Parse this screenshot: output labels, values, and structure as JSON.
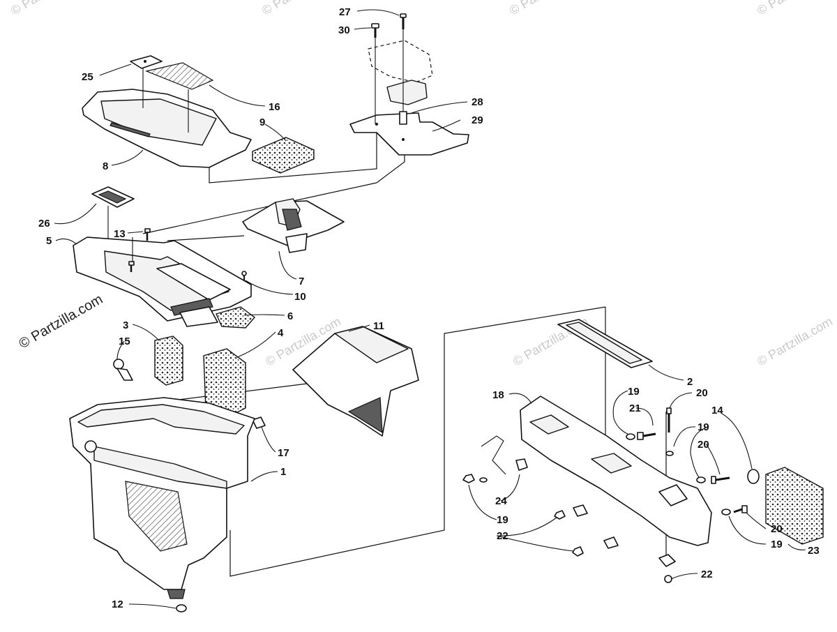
{
  "watermark": {
    "text": "© Partzilla.com",
    "color": "#c9c9c9"
  },
  "callouts": [
    {
      "id": "27",
      "label": "27"
    },
    {
      "id": "30",
      "label": "30"
    },
    {
      "id": "25",
      "label": "25"
    },
    {
      "id": "16",
      "label": "16"
    },
    {
      "id": "28",
      "label": "28"
    },
    {
      "id": "29",
      "label": "29"
    },
    {
      "id": "9",
      "label": "9"
    },
    {
      "id": "8",
      "label": "8"
    },
    {
      "id": "26",
      "label": "26"
    },
    {
      "id": "13",
      "label": "13"
    },
    {
      "id": "5",
      "label": "5"
    },
    {
      "id": "7",
      "label": "7"
    },
    {
      "id": "10",
      "label": "10"
    },
    {
      "id": "6",
      "label": "6"
    },
    {
      "id": "3",
      "label": "3"
    },
    {
      "id": "4",
      "label": "4"
    },
    {
      "id": "11",
      "label": "11"
    },
    {
      "id": "15",
      "label": "15"
    },
    {
      "id": "17",
      "label": "17"
    },
    {
      "id": "1",
      "label": "1"
    },
    {
      "id": "12",
      "label": "12"
    },
    {
      "id": "2",
      "label": "2"
    },
    {
      "id": "18",
      "label": "18"
    },
    {
      "id": "19a",
      "label": "19"
    },
    {
      "id": "20a",
      "label": "20"
    },
    {
      "id": "21",
      "label": "21"
    },
    {
      "id": "19b",
      "label": "19"
    },
    {
      "id": "14",
      "label": "14"
    },
    {
      "id": "20b",
      "label": "20"
    },
    {
      "id": "24",
      "label": "24"
    },
    {
      "id": "19c",
      "label": "19"
    },
    {
      "id": "22a",
      "label": "22"
    },
    {
      "id": "23",
      "label": "23"
    },
    {
      "id": "20c",
      "label": "20"
    },
    {
      "id": "19d",
      "label": "19"
    },
    {
      "id": "22b",
      "label": "22"
    }
  ]
}
